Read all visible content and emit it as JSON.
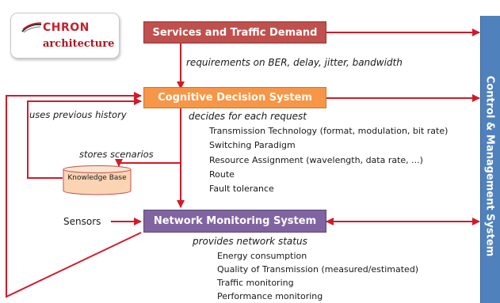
{
  "logo": {
    "brand_text": "CHRON",
    "subtitle": "architecture"
  },
  "boxes": {
    "services": "Services and Traffic Demand",
    "cognitive": "Cognitive Decision System",
    "monitoring": "Network Monitoring System",
    "control": "Control & Management System"
  },
  "knowledge_base": "Knowledge Base",
  "labels": {
    "requirements": "requirements on BER, delay, jitter, bandwidth",
    "uses_history": "uses previous history",
    "stores_scenarios": "stores scenarios",
    "decides": "decides for each request",
    "sensors": "Sensors",
    "provides_status": "provides network status"
  },
  "decision_items": [
    "Transmission Technology (format, modulation, bit rate)",
    "Switching Paradigm",
    "Resource  Assignment (wavelength, data rate, ...)",
    "Route",
    "Fault tolerance"
  ],
  "monitoring_items": [
    "Energy consumption",
    "Quality of Transmission (measured/estimated)",
    "Traffic monitoring",
    "Performance monitoring"
  ],
  "colors": {
    "services_box": "#c0504d",
    "cognitive_box": "#f79646",
    "monitoring_box": "#8064a2",
    "control_box": "#4f81bd",
    "arrows": "#d11a2a",
    "knowledge_base": "#fbd4b4"
  }
}
